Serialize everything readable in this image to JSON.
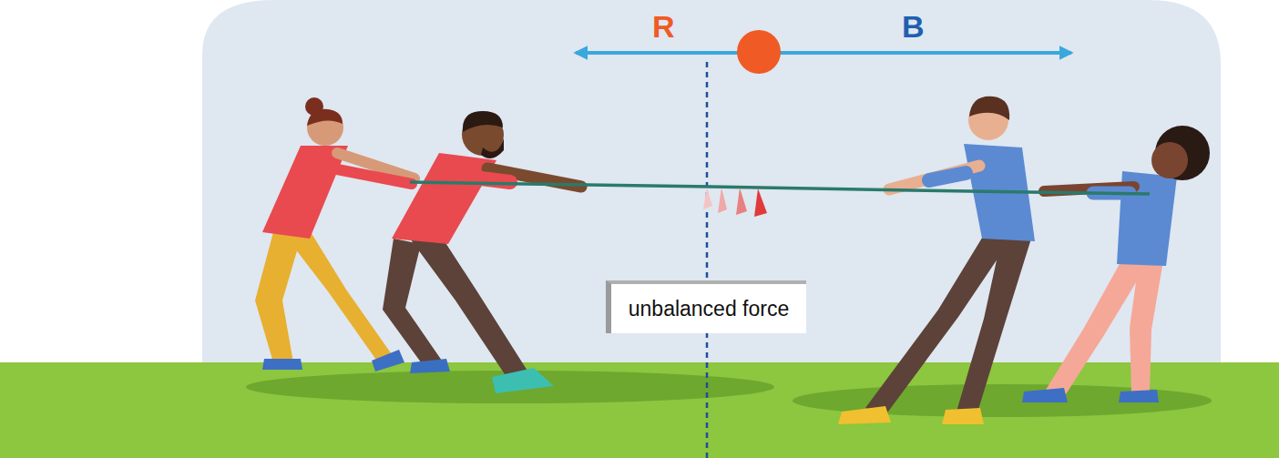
{
  "diagram": {
    "nodes": [
      {
        "text": [
          "unbalanced force"
        ]
      }
    ],
    "labels": [
      "R",
      "B"
    ]
  }
}
